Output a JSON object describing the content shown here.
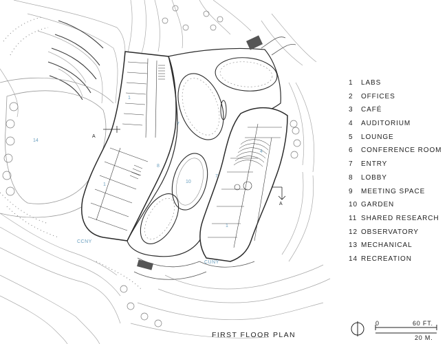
{
  "title": "FIRST FLOOR PLAN",
  "legend": [
    {
      "num": "1",
      "label": "LABS"
    },
    {
      "num": "2",
      "label": "OFFICES"
    },
    {
      "num": "3",
      "label": "CAFÉ"
    },
    {
      "num": "4",
      "label": "AUDITORIUM"
    },
    {
      "num": "5",
      "label": "LOUNGE"
    },
    {
      "num": "6",
      "label": "CONFERENCE ROOM"
    },
    {
      "num": "7",
      "label": "ENTRY"
    },
    {
      "num": "8",
      "label": "LOBBY"
    },
    {
      "num": "9",
      "label": "MEETING SPACE"
    },
    {
      "num": "10",
      "label": "GARDEN"
    },
    {
      "num": "11",
      "label": "SHARED RESEARCH"
    },
    {
      "num": "12",
      "label": "OBSERVATORY"
    },
    {
      "num": "13",
      "label": "MECHANICAL"
    },
    {
      "num": "14",
      "label": "RECREATION"
    }
  ],
  "scale": {
    "zero": "0",
    "feet": "60 FT.",
    "meters": "20 M."
  },
  "section_mark": "A",
  "site_labels": {
    "ccny_west": "CCNY",
    "cuny_east": "CUNY"
  },
  "room_tags": [
    "14",
    "1",
    "7",
    "1",
    "10",
    "7",
    "1",
    "8",
    "4"
  ],
  "colors": {
    "line": "#3a3a3a",
    "light_line": "#9a9a9a",
    "room_tag": "#6a9fbf"
  }
}
